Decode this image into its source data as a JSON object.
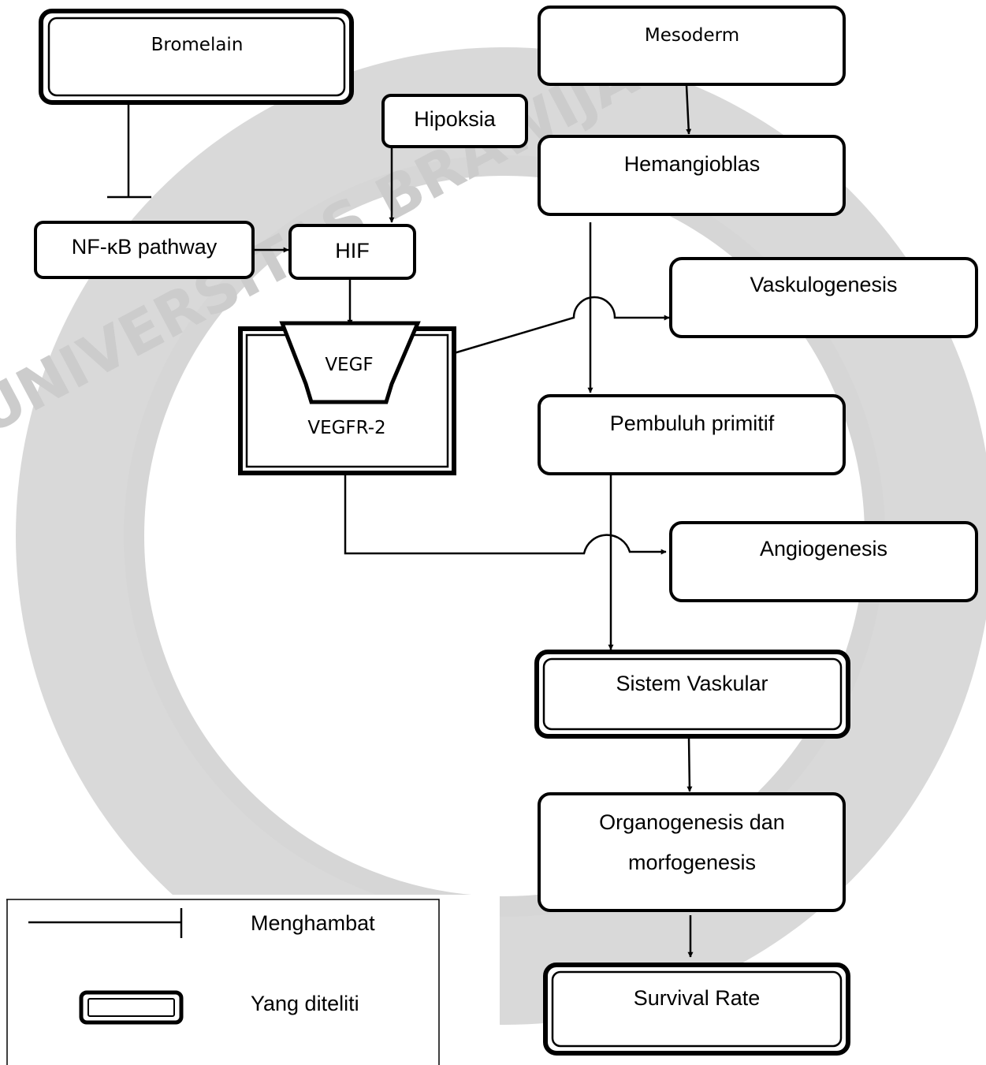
{
  "watermark": {
    "label": "UNIVERSITAS BRAWIJAYA"
  },
  "nodes": {
    "bromelain": "Bromelain",
    "mesoderm": "Mesoderm",
    "hipoksia": "Hipoksia",
    "hemangioblas": "Hemangioblas",
    "nfkb": "NF-κB pathway",
    "hif": "HIF",
    "vaskulogenesis": "Vaskulogenesis",
    "vegf": "VEGF",
    "vegfr2": "VEGFR-2",
    "pembuluh": "Pembuluh primitif",
    "angiogenesis": "Angiogenesis",
    "sistem_vaskular": "Sistem Vaskular",
    "organogenesis_line1": "Organogenesis dan",
    "organogenesis_line2": "morfogenesis",
    "survival_rate": "Survival Rate"
  },
  "legend": {
    "inhibit_label": "Menghambat",
    "studied_label": "Yang diteliti"
  }
}
